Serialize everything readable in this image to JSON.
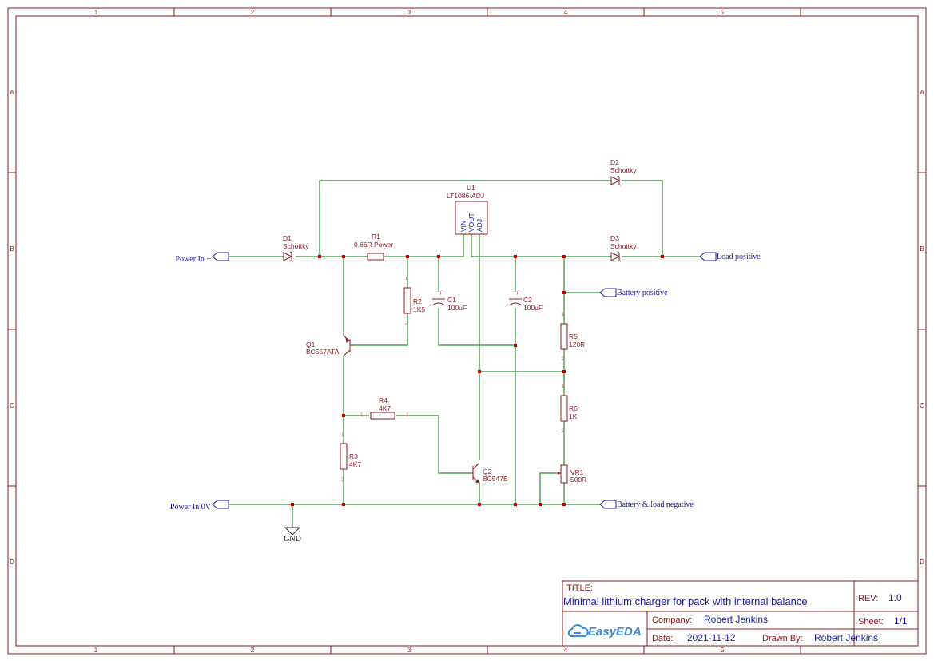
{
  "zones": {
    "columns": [
      "1",
      "2",
      "3",
      "4",
      "5"
    ],
    "rows": [
      "A",
      "B",
      "C",
      "D"
    ]
  },
  "components": {
    "D1": {
      "ref": "D1",
      "value": "Schottky"
    },
    "D2": {
      "ref": "D2",
      "value": "Schottky"
    },
    "D3": {
      "ref": "D3",
      "value": "Schottky"
    },
    "R1": {
      "ref": "R1",
      "value": "0.66R Power"
    },
    "R2": {
      "ref": "R2",
      "value": "1K5"
    },
    "R3": {
      "ref": "R3",
      "value": "4K7"
    },
    "R4": {
      "ref": "R4",
      "value": "4K7"
    },
    "R5": {
      "ref": "R5",
      "value": "120R"
    },
    "R6": {
      "ref": "R6",
      "value": "1K"
    },
    "VR1": {
      "ref": "VR1",
      "value": "500R"
    },
    "C1": {
      "ref": "C1",
      "value": "100uF"
    },
    "C2": {
      "ref": "C2",
      "value": "100uF"
    },
    "Q1": {
      "ref": "Q1",
      "value": "BC557ATA"
    },
    "Q2": {
      "ref": "Q2",
      "value": "BC547B"
    },
    "U1": {
      "ref": "U1",
      "value": "LT1086-ADJ",
      "pins": [
        "VIN",
        "VOUT",
        "ADJ"
      ]
    }
  },
  "nets": {
    "power_in_pos": "Power In +",
    "power_in_0v": "Power In 0V",
    "load_positive": "Load positive",
    "battery_positive": "Battery positive",
    "battery_load_negative": "Battery & load negative",
    "gnd": "GND"
  },
  "title_block": {
    "title_label": "TITLE:",
    "title": "Minimal lithium charger for pack with internal balance",
    "rev_label": "REV:",
    "rev": "1.0",
    "company_label": "Company:",
    "company": "Robert Jenkins",
    "sheet_label": "Sheet:",
    "sheet": "1/1",
    "date_label": "Date:",
    "date": "2021-11-12",
    "drawn_label": "Drawn By:",
    "drawn_by": "Robert Jenkins",
    "logo_text": "EasyEDA"
  },
  "colors": {
    "border": "#8b1a1a",
    "wire": "#2e8b2e",
    "junction": "#c00000",
    "net_label": "#1a1aa8",
    "symbol": "#8b1a1a"
  }
}
